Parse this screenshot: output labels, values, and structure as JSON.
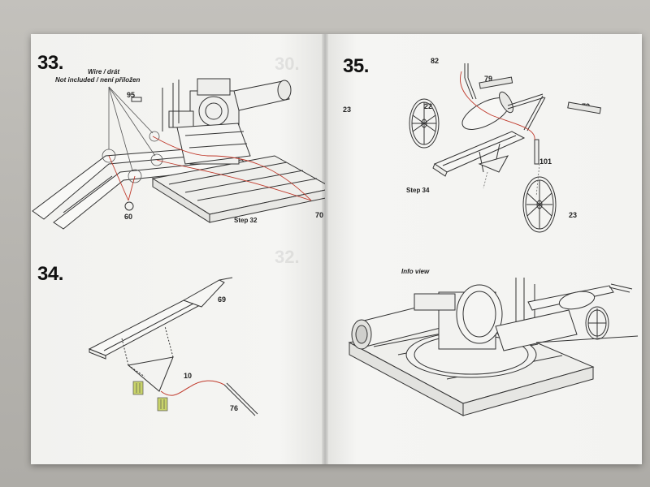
{
  "left_page": {
    "step33": {
      "number": "33.",
      "wire_label_line1": "Wire / drát",
      "wire_label_line2": "Not included / není přiložen",
      "parts": {
        "p95": "95",
        "p60": "60",
        "p70": "70"
      },
      "caption": "Step 32"
    },
    "step34": {
      "number": "34.",
      "parts": {
        "p69": "69",
        "p10": "10",
        "p76": "76"
      }
    },
    "ghost_texts": {
      "g30": "30.",
      "g32": "32."
    }
  },
  "right_page": {
    "step35": {
      "number": "35.",
      "parts": {
        "p82": "82",
        "p79a": "79",
        "p79b": "79",
        "p23a": "23",
        "p22": "22",
        "p101": "101",
        "p23b": "23"
      },
      "caption": "Step 34"
    },
    "info_view": {
      "label": "Info view"
    }
  },
  "colors": {
    "page": "#f4f4f2",
    "wire": "#c0392b",
    "line": "#333333",
    "highlight": "#c8d36a"
  }
}
